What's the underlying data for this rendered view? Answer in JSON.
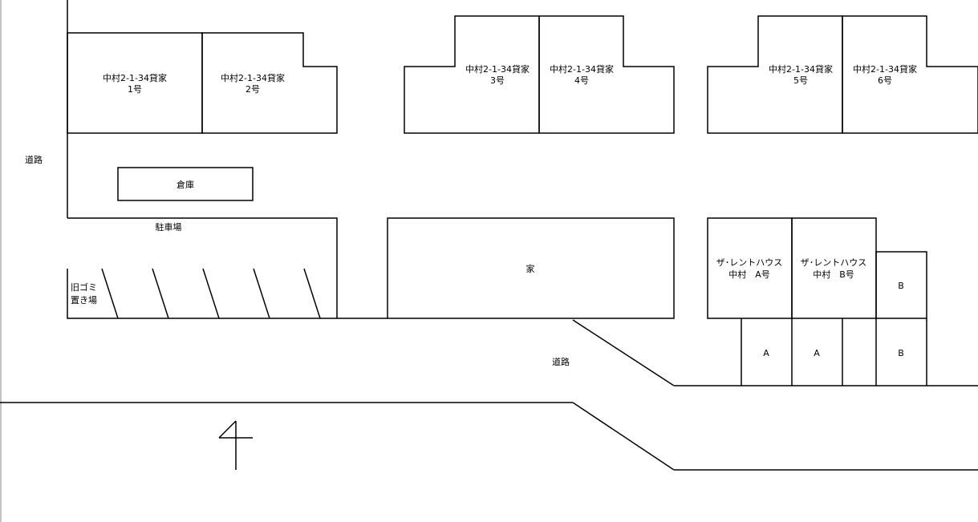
{
  "labels": {
    "road_left": "道路",
    "unit1_name": "中村2-1-34貸家",
    "unit1_no": "1号",
    "unit2_name": "中村2-1-34貸家",
    "unit2_no": "2号",
    "unit3_name": "中村2-1-34貸家",
    "unit3_no": "3号",
    "unit4_name": "中村2-1-34貸家",
    "unit4_no": "4号",
    "unit5_name": "中村2-1-34貸家",
    "unit5_no": "5号",
    "unit6_name": "中村2-1-34貸家",
    "unit6_no": "6号",
    "warehouse": "倉庫",
    "parking": "駐車場",
    "old_trash_1": "旧ゴミ",
    "old_trash_2": "置き場",
    "house": "家",
    "rent_a_1": "ザ･レントハウス",
    "rent_a_2": "中村　A号",
    "rent_b_1": "ザ･レントハウス",
    "rent_b_2": "中村　B号",
    "road_bottom": "道路",
    "slot_b_top": "B",
    "slot_a1": "A",
    "slot_a2": "A",
    "slot_b_bottom": "B"
  },
  "colors": {
    "line": "#000000",
    "background": "#ffffff"
  },
  "north_arrow_icon": "north-arrow-icon"
}
